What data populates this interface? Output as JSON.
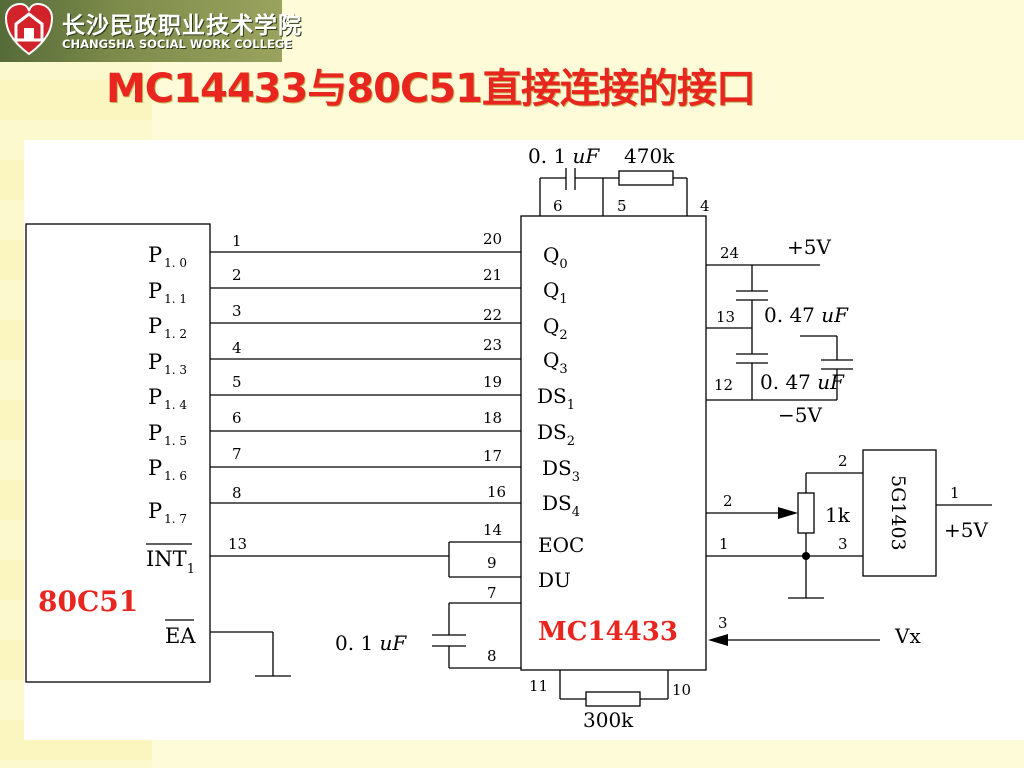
{
  "header": {
    "school_cn": "长沙民政职业技术学院",
    "school_en": "CHANGSHA SOCIAL WORK COLLEGE",
    "logo_icon": "heart-logo-icon"
  },
  "title": "MC14433与80C51直接连接的接口",
  "chip_80c51": {
    "name": "80C51",
    "ports": [
      {
        "base": "P",
        "sub": "1. 0",
        "pin": "1",
        "target": "20"
      },
      {
        "base": "P",
        "sub": "1. 1",
        "pin": "2",
        "target": "21"
      },
      {
        "base": "P",
        "sub": "1. 2",
        "pin": "3",
        "target": "22"
      },
      {
        "base": "P",
        "sub": "1. 3",
        "pin": "4",
        "target": "23"
      },
      {
        "base": "P",
        "sub": "1. 4",
        "pin": "5",
        "target": "19"
      },
      {
        "base": "P",
        "sub": "1. 5",
        "pin": "6",
        "target": "18"
      },
      {
        "base": "P",
        "sub": "1. 6",
        "pin": "7",
        "target": "17"
      },
      {
        "base": "P",
        "sub": "1. 7",
        "pin": "8",
        "target": "16"
      }
    ],
    "int_label": "INT",
    "int_sub": "1",
    "int_pin": "13",
    "ea_label": "EA"
  },
  "chip_mc14433": {
    "name": "MC14433",
    "signals": [
      {
        "base": "Q",
        "sub": "0"
      },
      {
        "base": "Q",
        "sub": "1"
      },
      {
        "base": "Q",
        "sub": "2"
      },
      {
        "base": "Q",
        "sub": "3"
      },
      {
        "base": "DS",
        "sub": "1"
      },
      {
        "base": "DS",
        "sub": "2"
      },
      {
        "base": "DS",
        "sub": "3"
      },
      {
        "base": "DS",
        "sub": "4"
      }
    ],
    "eoc_label": "EOC",
    "eoc_pin": "14",
    "du_label": "DU",
    "du_pin": "9",
    "top_pins": [
      "6",
      "5",
      "4"
    ],
    "right_pins": {
      "p24": "24",
      "p13": "13",
      "p12": "12",
      "p2": "2",
      "p1": "1",
      "p3": "3"
    },
    "left_cap_pins": {
      "p7": "7",
      "p8": "8"
    },
    "bottom_pins": {
      "p11": "11",
      "p10": "10"
    }
  },
  "components": {
    "top_cap": "0. 1",
    "top_res": "470k",
    "cap_047_a": "0. 47",
    "cap_047_b": "0. 47",
    "cap_left": "0. 1",
    "uf_unit": "uF",
    "bottom_res": "300k",
    "pot": "1k",
    "plus5v_top": "+5V",
    "minus5v": "−5V",
    "plus5v_ref": "+5V",
    "vx": "Vx"
  },
  "ref_chip": {
    "name": "5G1403",
    "pin2": "2",
    "pin1": "1",
    "pin3": "3"
  }
}
